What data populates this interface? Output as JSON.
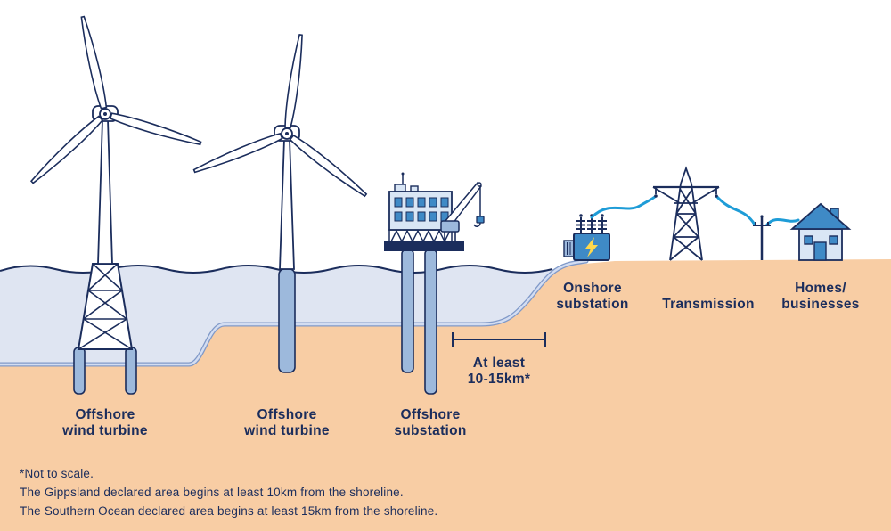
{
  "labels": {
    "turbine1": {
      "line1": "Offshore",
      "line2": "wind turbine"
    },
    "turbine2": {
      "line1": "Offshore",
      "line2": "wind turbine"
    },
    "offshore_substation": {
      "line1": "Offshore",
      "line2": "substation"
    },
    "distance": {
      "line1": "At least",
      "line2": "10-15km*"
    },
    "onshore_substation": {
      "line1": "Onshore",
      "line2": "substation"
    },
    "transmission": {
      "label": "Transmission"
    },
    "homes": {
      "line1": "Homes/",
      "line2": "businesses"
    }
  },
  "footnotes": [
    "*Not to scale.",
    "The Gippsland declared area begins at least 10km from the shoreline.",
    "The Southern Ocean declared area begins at least 15km from the shoreline."
  ],
  "colors": {
    "navy": "#1b2d5c",
    "water": "#dfe5f2",
    "sand": "#f8cda4",
    "mid_blue": "#3f8ac6",
    "light_blue": "#d9e6f5",
    "pile_blue": "#9db9dc",
    "cable_outer": "#8099c8",
    "cable_inner": "#d3ddf2",
    "overhead_cable": "#1e9cd7",
    "bolt_yellow": "#ffd84d"
  }
}
